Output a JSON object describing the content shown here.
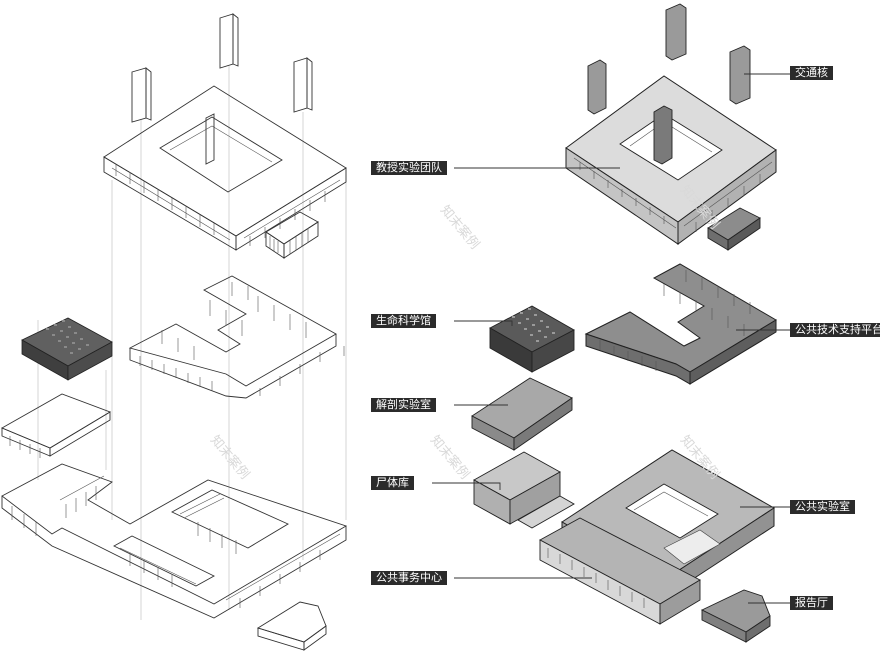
{
  "labels": {
    "core": "交通核",
    "professor_labs": "教授实验团队",
    "life_science_hall": "生命科学馆",
    "tech_platform": "公共技术支持平台",
    "anatomy_lab": "解剖实验室",
    "cadaver_storage": "尸体库",
    "public_lab": "公共实验室",
    "public_affairs": "公共事务中心",
    "lecture_hall": "报告厅"
  },
  "colors": {
    "label_bg": "#2b2b2b",
    "label_text": "#ffffff",
    "dark_block": "#505050",
    "mid_gray": "#8e8e8e",
    "light_gray": "#cfcfcf",
    "roof_light": "#e2e2e2"
  }
}
